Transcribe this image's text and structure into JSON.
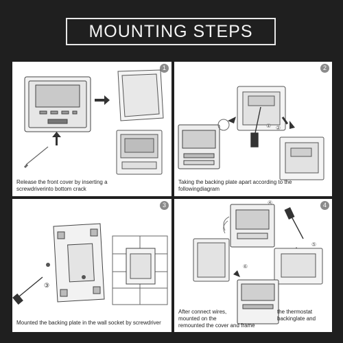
{
  "title": "MOUNTING STEPS",
  "steps": [
    {
      "number": "1",
      "caption_line1": "Release the front cover by inserting a",
      "caption_line2": "screwdriverinto bottom crack"
    },
    {
      "number": "2",
      "caption_line1": "Taking the backing plate apart according to the",
      "caption_line2": "followingdiagram",
      "callout1": "①",
      "callout2": "②"
    },
    {
      "number": "3",
      "caption": "Mounted the backing plate in the wall socket by screwdriver",
      "callout": "③"
    },
    {
      "number": "4",
      "caption_left_line1": "After connect wires,",
      "caption_left_line2": "mounted on the",
      "caption_left_line3": "remounted the cover and frame",
      "caption_right_line1": "the thermostat",
      "caption_right_line2": "backinglate and",
      "callout4": "④",
      "callout5": "⑤",
      "callout6": "⑥"
    }
  ]
}
